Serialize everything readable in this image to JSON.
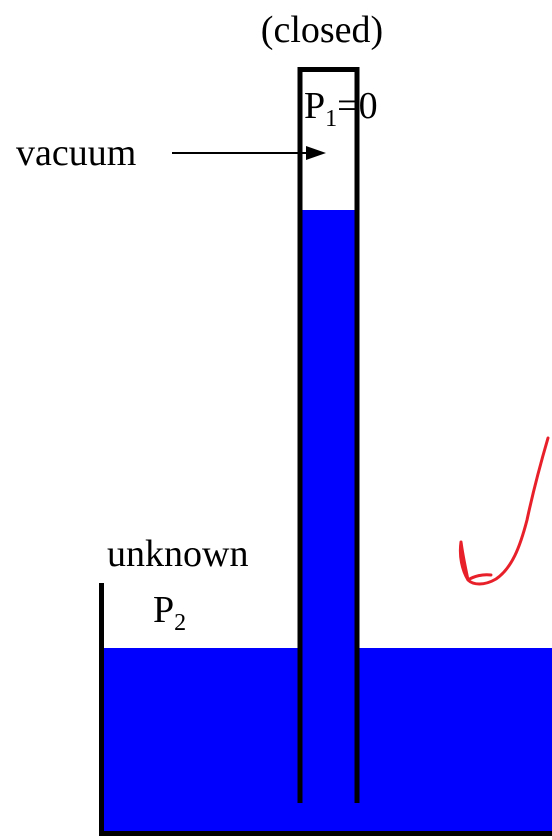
{
  "diagram": {
    "closed_label": "(closed)",
    "p1_symbol": "P",
    "p1_subscript": "1",
    "p1_value": "=0",
    "vacuum_label": "vacuum",
    "unknown_label": "unknown",
    "p2_symbol": "P",
    "p2_subscript": "2"
  },
  "colors": {
    "fluid": "#0000ff",
    "outline": "#000000",
    "annotation": "#e8202a",
    "background": "#ffffff"
  }
}
